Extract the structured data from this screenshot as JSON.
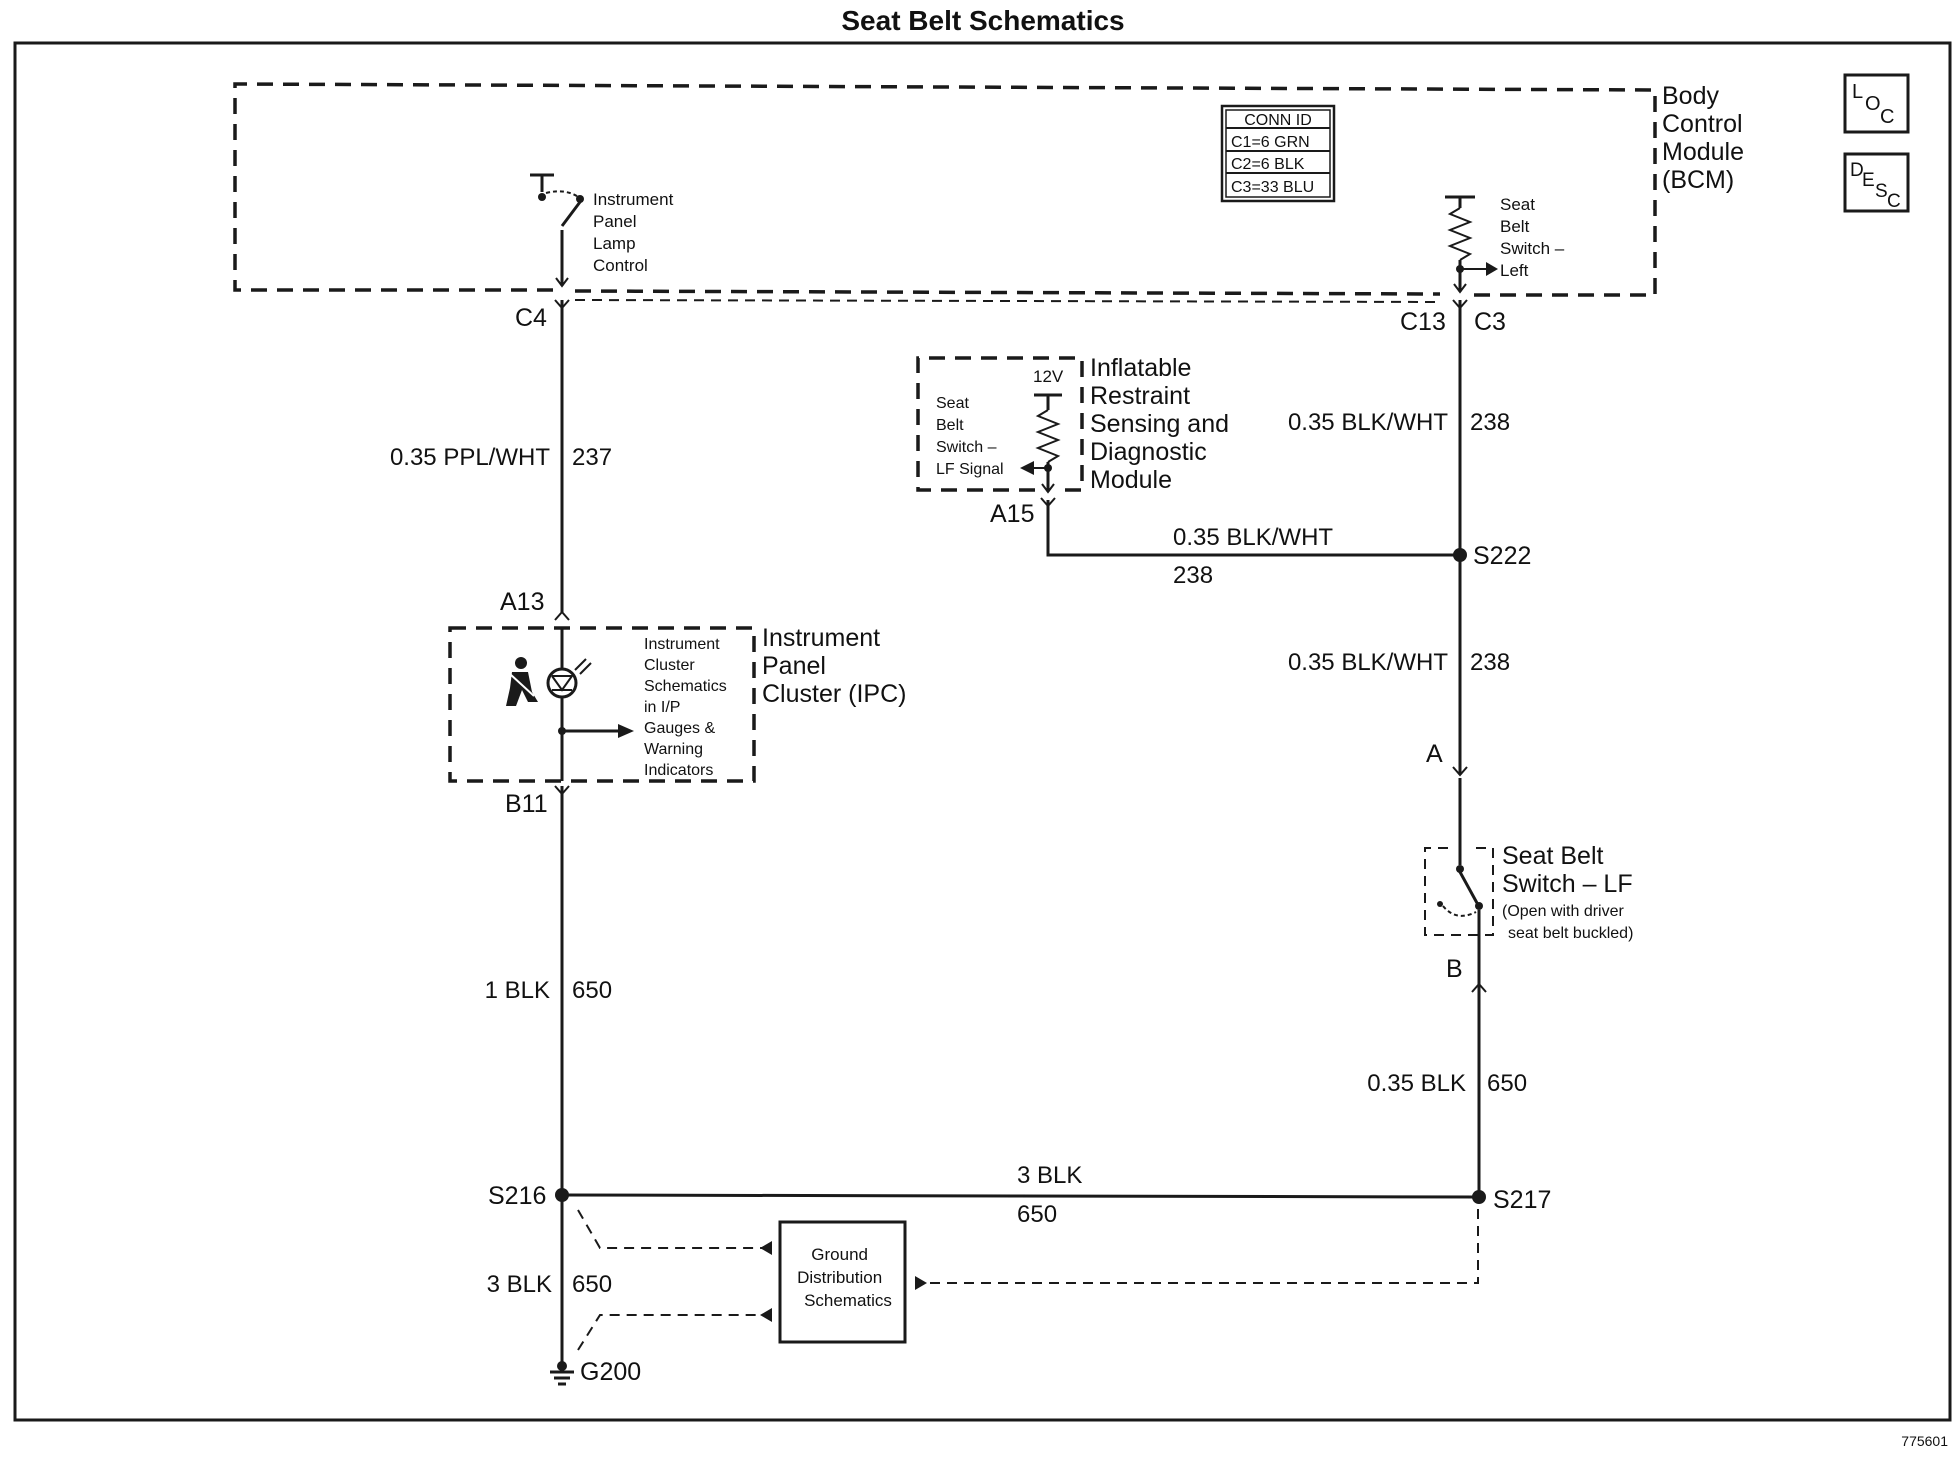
{
  "title": "Seat Belt Schematics",
  "figure_id": "775601",
  "tabs": {
    "loc": [
      "L",
      "O",
      "C"
    ],
    "desc": [
      "D",
      "E",
      "S",
      "C"
    ]
  },
  "bcm": {
    "name_lines": [
      "Body",
      "Control",
      "Module",
      "(BCM)"
    ],
    "conn_id": {
      "header": "CONN ID",
      "rows": [
        "C1=6 GRN",
        "C2=6 BLK",
        "C3=33 BLU"
      ]
    },
    "lamp_control_lines": [
      "Instrument",
      "Panel",
      "Lamp",
      "Control"
    ],
    "switch_lines": [
      "Seat",
      "Belt",
      "Switch –",
      "Left"
    ]
  },
  "irsdm": {
    "name_lines": [
      "Inflatable",
      "Restraint",
      "Sensing and",
      "Diagnostic",
      "Module"
    ],
    "voltage": "12V",
    "signal_lines": [
      "Seat",
      "Belt",
      "Switch –",
      "LF Signal"
    ]
  },
  "ipc": {
    "name_lines": [
      "Instrument",
      "Panel",
      "Cluster (IPC)"
    ],
    "ref_lines": [
      "Instrument",
      "Cluster",
      "Schematics",
      "in I/P",
      "Gauges &",
      "Warning",
      "Indicators"
    ]
  },
  "seat_switch": {
    "name_lines": [
      "Seat Belt",
      "Switch – LF"
    ],
    "note_lines": [
      "(Open with driver",
      "seat belt buckled)"
    ]
  },
  "ground_ref_lines": [
    "Ground",
    "Distribution",
    "Schematics"
  ],
  "connectors": {
    "c4": "C4",
    "c13": "C13",
    "c3": "C3",
    "a15": "A15",
    "a13": "A13",
    "b11": "B11",
    "a": "A",
    "b": "B"
  },
  "splices": {
    "s222": "S222",
    "s216": "S216",
    "s217": "S217"
  },
  "ground": "G200",
  "wires": {
    "w237": {
      "size": "0.35 PPL/WHT",
      "circuit": "237"
    },
    "w238_upper": {
      "size": "0.35 BLK/WHT",
      "circuit": "238"
    },
    "w238_horiz": {
      "size": "0.35 BLK/WHT",
      "circuit": "238"
    },
    "w238_lower": {
      "size": "0.35 BLK/WHT",
      "circuit": "238"
    },
    "w650_ipc": {
      "size": "1 BLK",
      "circuit": "650"
    },
    "w650_switch": {
      "size": "0.35 BLK",
      "circuit": "650"
    },
    "w650_horiz": {
      "size": "3 BLK",
      "circuit": "650"
    },
    "w650_ground": {
      "size": "3 BLK",
      "circuit": "650"
    }
  }
}
